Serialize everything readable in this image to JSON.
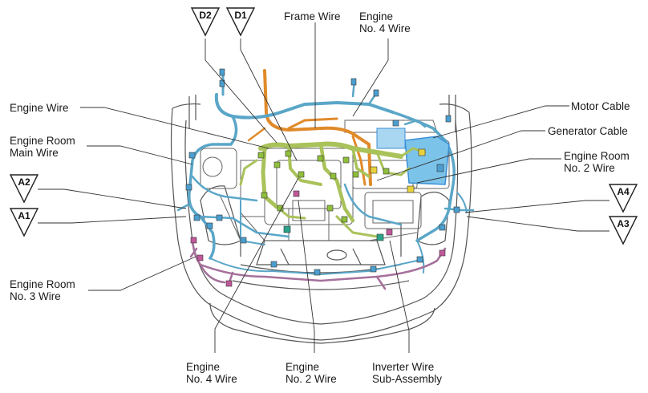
{
  "diagram": {
    "markers": [
      {
        "id": "d2",
        "label": "D2"
      },
      {
        "id": "d1",
        "label": "D1"
      },
      {
        "id": "a2",
        "label": "A2"
      },
      {
        "id": "a1",
        "label": "A1"
      },
      {
        "id": "a4",
        "label": "A4"
      },
      {
        "id": "a3",
        "label": "A3"
      }
    ],
    "labels": {
      "frame_wire": "Frame Wire",
      "engine_no4_top": "Engine\nNo. 4 Wire",
      "engine_wire": "Engine Wire",
      "engine_room_main": "Engine Room\nMain Wire",
      "motor_cable": "Motor Cable",
      "generator_cable": "Generator Cable",
      "engine_room_no2": "Engine Room\nNo. 2 Wire",
      "engine_room_no3": "Engine Room\nNo. 3 Wire",
      "engine_no4_bottom": "Engine\nNo. 4 Wire",
      "engine_no2_bottom": "Engine\nNo. 2 Wire",
      "inverter_wire": "Inverter Wire\nSub-Assembly"
    },
    "colors": {
      "engine_harness": "#a9c25a",
      "engine_room_harness": "#5aa6c8",
      "frame_wire": "#e08a2a",
      "lower_harness": "#a5709b",
      "connector_green": "#8fbf3c",
      "connector_blue": "#4b9fd0",
      "connector_yellow": "#e8d23c",
      "connector_magenta": "#c0589a",
      "inverter_blue": "#3a8fd6",
      "leader_line": "#333333"
    }
  }
}
